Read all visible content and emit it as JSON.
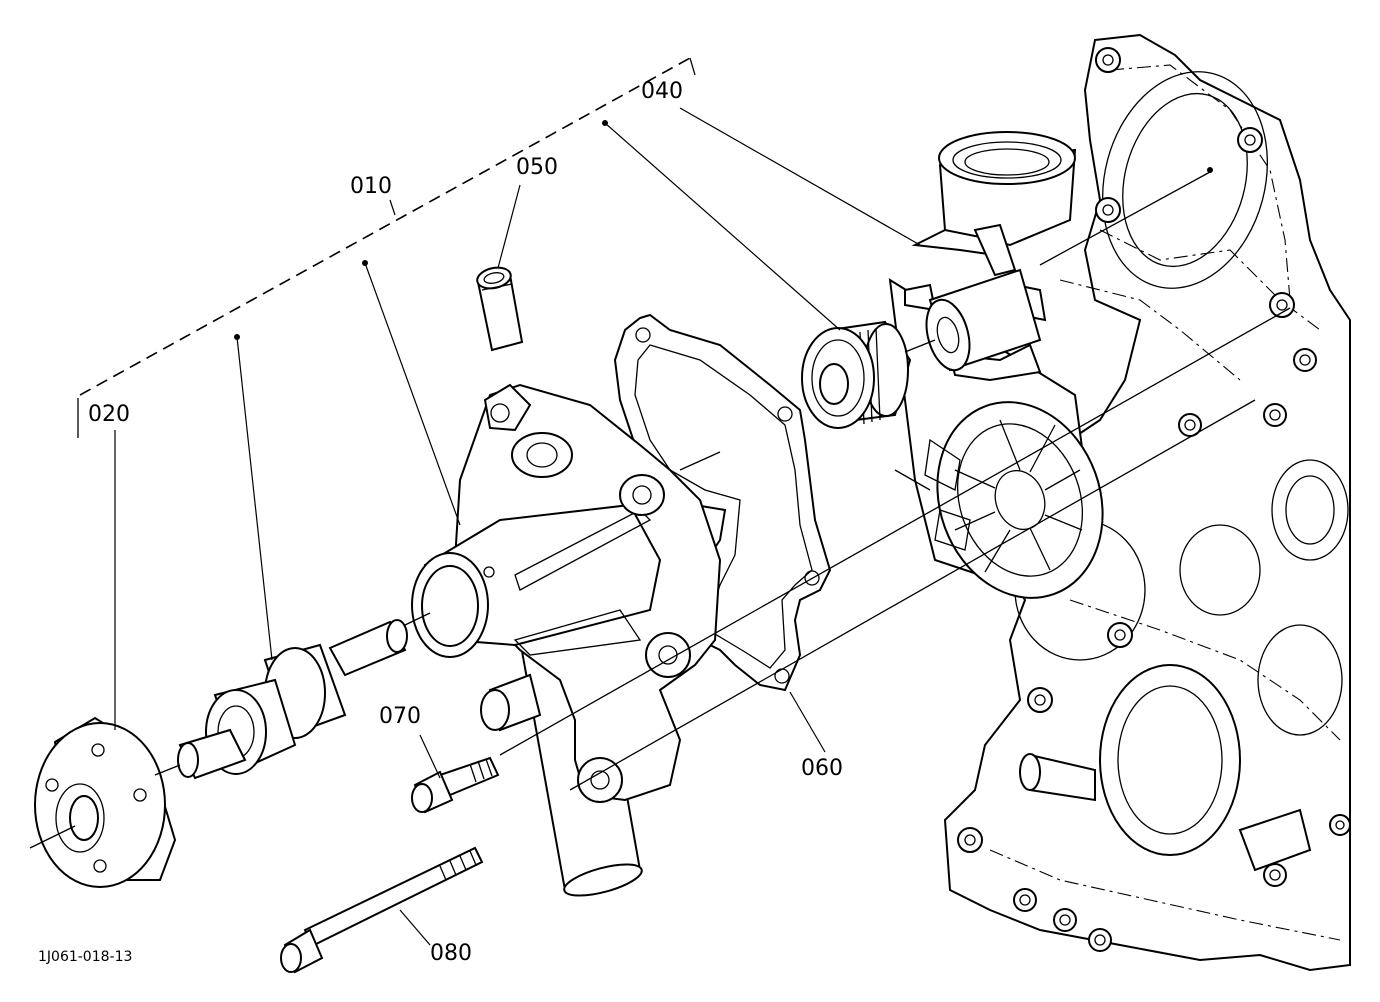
{
  "labels": {
    "p010": "010",
    "p020": "020",
    "p040": "040",
    "p050": "050",
    "p060": "060",
    "p070": "070",
    "p080": "080"
  },
  "drawing_number": "1J061-018-13"
}
